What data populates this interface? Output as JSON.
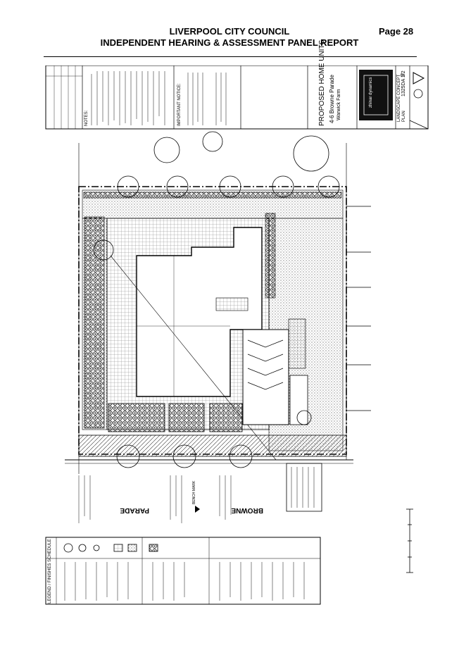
{
  "header": {
    "title": "LIVERPOOL CITY COUNCIL",
    "subtitle": "INDEPENDENT HEARING & ASSESSMENT PANEL REPORT",
    "page": "Page 28"
  },
  "drawing": {
    "project_title": "PROPOSED HOME UNITS",
    "address_line1": "4-6 Browne Parade",
    "address_line2": "Warwick Farm",
    "sheet_title_1": "LANDSCAPE CONCEPT",
    "sheet_title_2": "PLAN",
    "drawing_no": "1325DA 1/2",
    "revision": "B",
    "firm_name": "zhinar dynamics",
    "notes_heading": "NOTES:",
    "notice_heading": "IMPORTANT NOTICE:",
    "legend_heading": "LEGEND / FINISHES SCHEDULE",
    "street_1": "PARADE",
    "street_2": "BROWNE",
    "bench_mark": "BENCH MARK",
    "colors": {
      "ink": "#000000",
      "paper": "#ffffff",
      "hatch": "#555555"
    }
  }
}
